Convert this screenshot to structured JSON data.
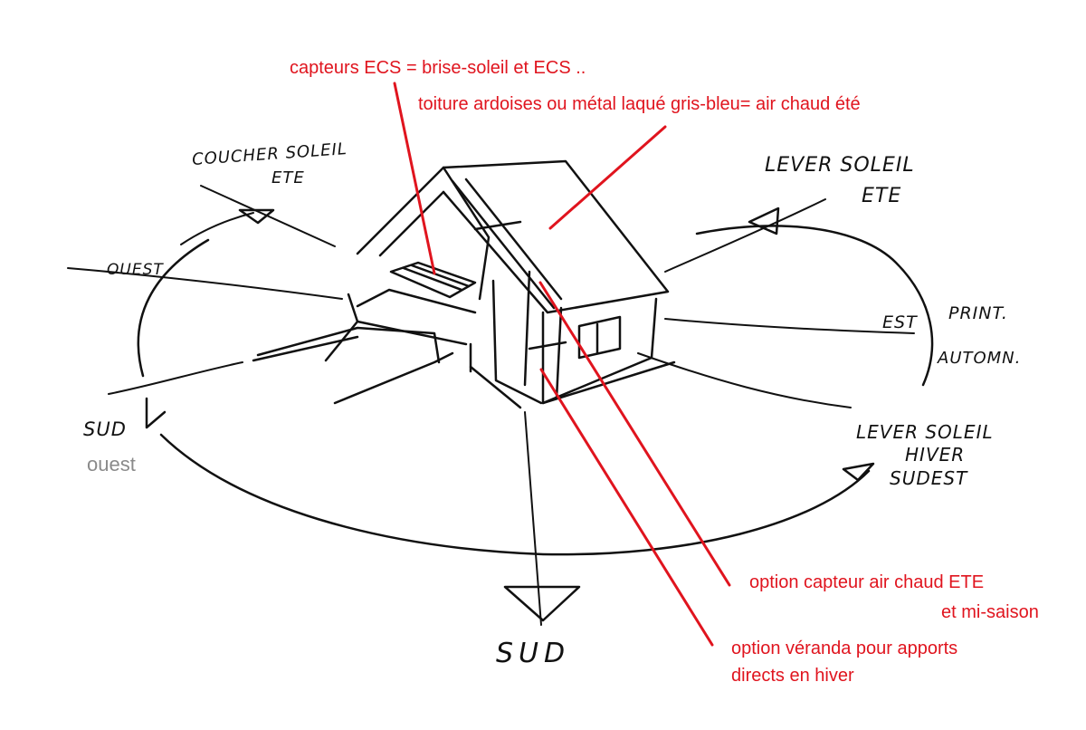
{
  "annotations": {
    "capteurs_ecs": "capteurs ECS = brise-soleil et ECS ..",
    "toiture": "toiture  ardoises ou métal laqué gris-bleu= air chaud  été",
    "option_capteur_line1": "option capteur air chaud ETE",
    "option_capteur_line2": "et mi-saison",
    "option_veranda_line1": "option véranda pour apports",
    "option_veranda_line2": "directs en hiver",
    "ouest_grey": "ouest"
  },
  "handwritten": {
    "coucher_line1": "COUCHER SOLEIL",
    "coucher_line2": "ETE",
    "lever_ete_line1": "LEVER SOLEIL",
    "lever_ete_line2": "ETE",
    "ouest": "OUEST",
    "est": "EST",
    "print": "PRINT.",
    "automn": "AUTOMN.",
    "sud_left": "SUD",
    "sud_bottom": "SUD",
    "lever_hiver_line1": "LEVER SOLEIL",
    "lever_hiver_line2": "HIVER",
    "lever_hiver_line3": "SUDEST"
  },
  "colors": {
    "annotation": "#e0141e",
    "ink": "#111111",
    "secondary": "#8a8a8a"
  }
}
